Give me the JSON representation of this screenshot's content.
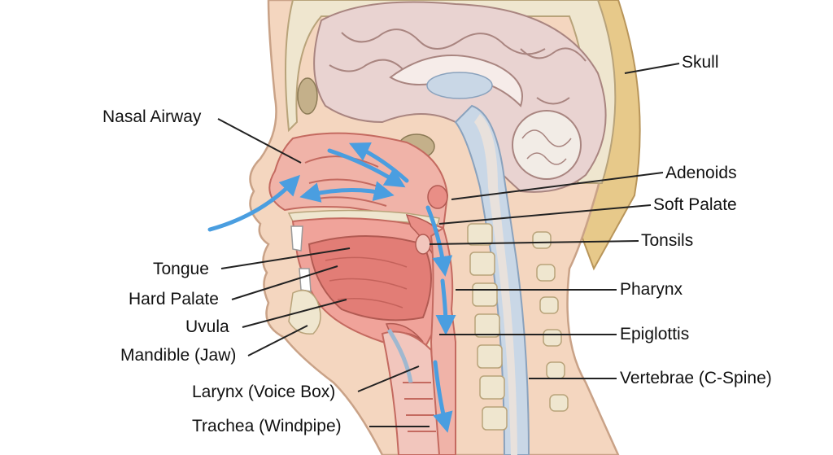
{
  "labels": {
    "skull": "Skull",
    "nasal_airway": "Nasal Airway",
    "adenoids": "Adenoids",
    "soft_palate": "Soft Palate",
    "tonsils": "Tonsils",
    "tongue": "Tongue",
    "hard_palate": "Hard Palate",
    "uvula": "Uvula",
    "mandible": "Mandible (Jaw)",
    "pharynx": "Pharynx",
    "epiglottis": "Epiglottis",
    "vertebrae": "Vertebrae (C-Spine)",
    "larynx": "Larynx (Voice Box)",
    "trachea": "Trachea (Windpipe)"
  },
  "colors": {
    "skin": "#f4d6bf",
    "hair": "#e7c98a",
    "brain": "#e9d3d1",
    "tissue": "#e48b86",
    "bone": "#efe6cf",
    "airflow": "#4a9ee0",
    "spine_canal": "#c9d7e6",
    "leader": "#222222"
  }
}
